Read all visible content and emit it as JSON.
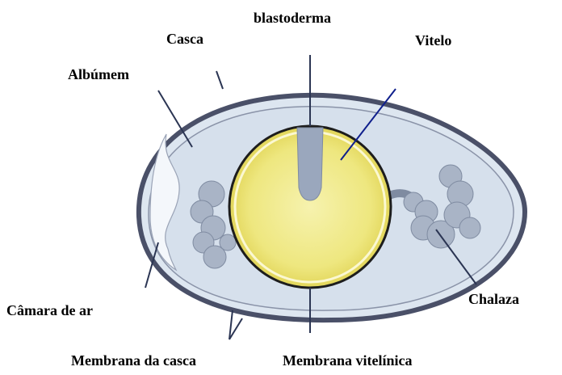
{
  "labels": {
    "blastoderm": "blastoderma",
    "shell": "Casca",
    "yolk": "Vitelo",
    "albumen": "Albúmem",
    "air_cell": "Câmara de ar",
    "chalaza": "Chalaza",
    "shell_membrane": "Membrana da casca",
    "vitelline_membrane": "Membrana vitelínica"
  },
  "colors": {
    "shell_outline": "#4a5068",
    "albumen": "#d6e0ec",
    "air_cell": "#f4f7fb",
    "yolk": "#e9e37a",
    "yolk_center": "#f3ee9c",
    "vitelline_ring": "#1d1d1d",
    "blastoderm": "#9aa7bd",
    "chalaza": "#a9b4c6",
    "yolk_leader": "#0f1f8c"
  }
}
